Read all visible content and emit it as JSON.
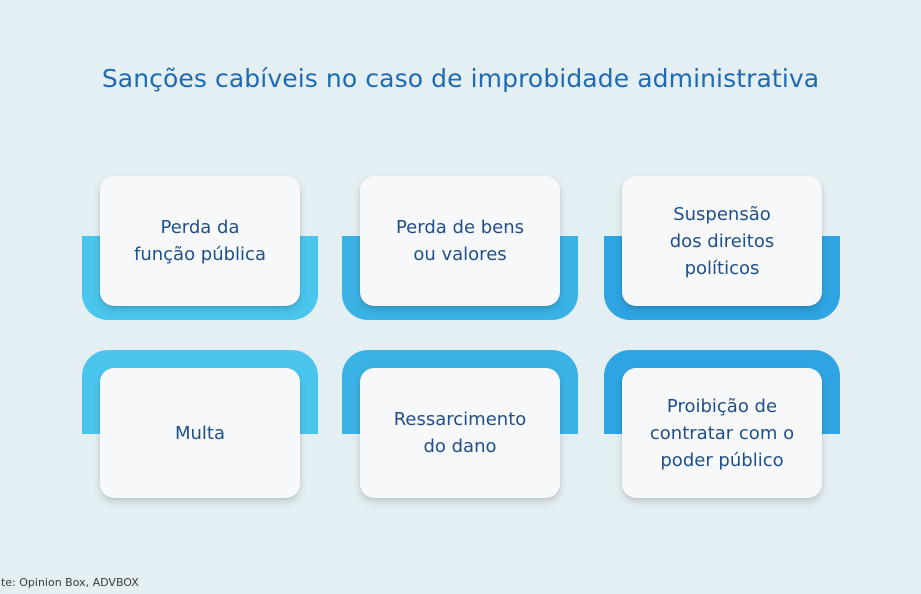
{
  "title": "Sanções cabíveis no caso de improbidade administrativa",
  "source": "nte: Opinion Box, ADVBOX",
  "colors": {
    "background": "#e4eff3",
    "title": "#1e6ab3",
    "card_text": "#1f4f8a",
    "band_1": "#4ac6ee",
    "band_2": "#3ab2e6",
    "band_3": "#2ea4e2"
  },
  "items": [
    {
      "label": "Perda da\nfunção pública"
    },
    {
      "label": "Perda de bens\nou valores"
    },
    {
      "label": "Suspensão\ndos direitos\npolíticos"
    },
    {
      "label": "Multa"
    },
    {
      "label": "Ressarcimento\ndo dano"
    },
    {
      "label": "Proibição de\ncontratar com o\npoder público"
    }
  ]
}
